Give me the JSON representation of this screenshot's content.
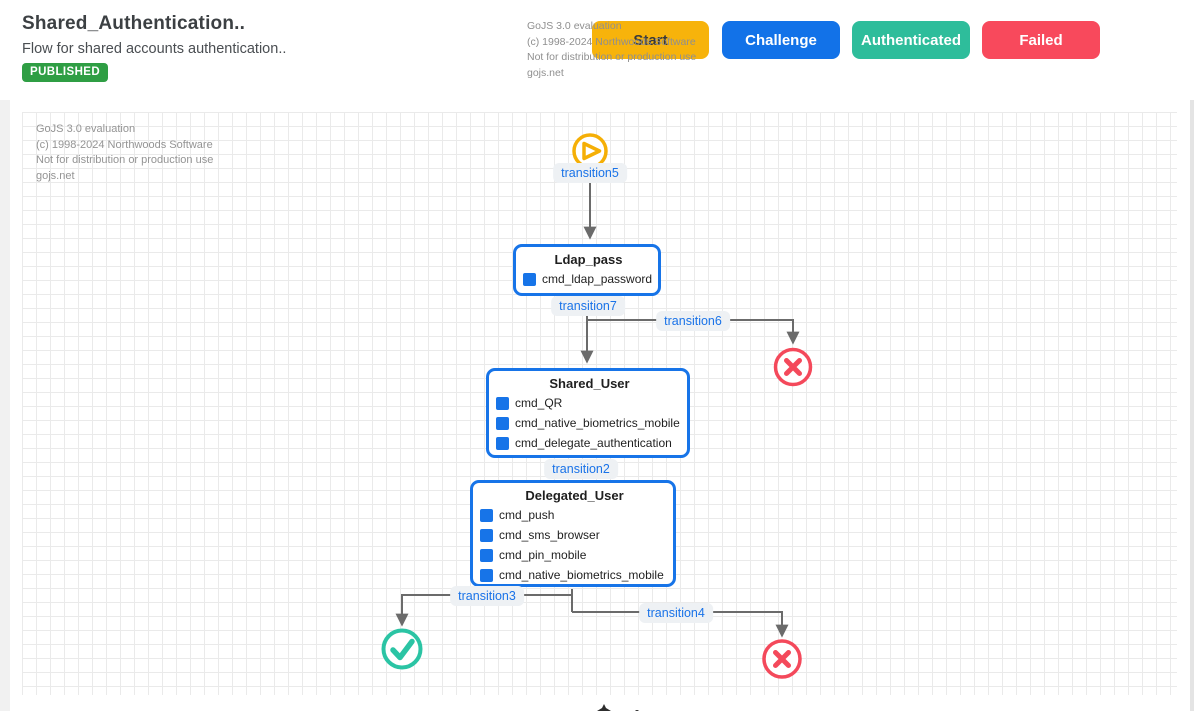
{
  "header": {
    "title": "Shared_Authentication..",
    "subtitle": "Flow for shared accounts authentication..",
    "status_badge": "PUBLISHED",
    "status_badge_color": "#2F9E44",
    "watermark": {
      "line1": "GoJS 3.0 evaluation",
      "line2": "(c) 1998-2024 Northwoods Software",
      "line3": "Not for distribution or production use",
      "line4": "gojs.net"
    },
    "palette_buttons": [
      {
        "label": "Start",
        "color": "#F7B30B"
      },
      {
        "label": "Challenge",
        "color": "#1272E8"
      },
      {
        "label": "Authenticated",
        "color": "#2EBD9B"
      },
      {
        "label": "Failed",
        "color": "#F8495C"
      }
    ]
  },
  "canvas": {
    "watermark": {
      "line1": "GoJS 3.0 evaluation",
      "line2": "(c) 1998-2024 Northwoods Software",
      "line3": "Not for distribution or production use",
      "line4": "gojs.net"
    },
    "nodes": [
      {
        "title": "Ldap_pass",
        "items": [
          "cmd_ldap_password"
        ]
      },
      {
        "title": "Shared_User",
        "items": [
          "cmd_QR",
          "cmd_native_biometrics_mobile",
          "cmd_delegate_authentication"
        ]
      },
      {
        "title": "Delegated_User",
        "items": [
          "cmd_push",
          "cmd_sms_browser",
          "cmd_pin_mobile",
          "cmd_native_biometrics_mobile"
        ]
      }
    ],
    "transitions": {
      "t5": "transition5",
      "t7": "transition7",
      "t6": "transition6",
      "t2": "transition2",
      "t3": "transition3",
      "t4": "transition4"
    },
    "colors": {
      "node_border": "#1774E8",
      "edge": "#6b6b6b",
      "start_icon": "#F5AF06",
      "success_icon": "#2BC4A4",
      "fail_icon": "#F4495B",
      "label_text": "#1a73e8"
    }
  }
}
